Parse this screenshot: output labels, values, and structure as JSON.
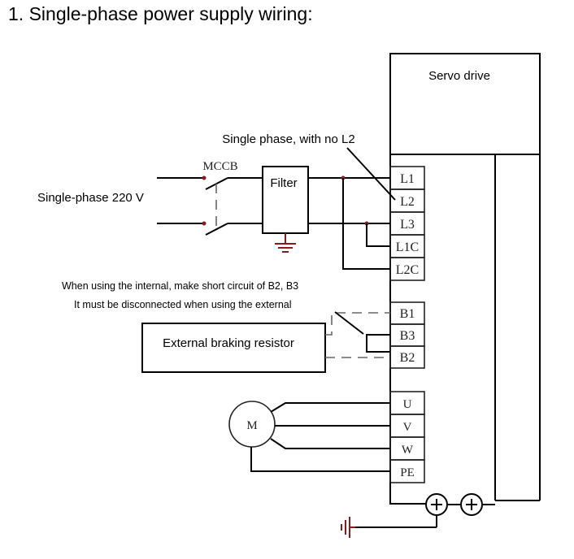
{
  "heading": "1. Single-phase power supply wiring:",
  "servo_drive": {
    "label": "Servo drive",
    "power_terminals": [
      "L1",
      "L2",
      "L3",
      "L1C",
      "L2C"
    ],
    "brake_terminals": [
      "B1",
      "B3",
      "B2"
    ],
    "motor_terminals": [
      "U",
      "V",
      "W",
      "PE"
    ]
  },
  "annotations": {
    "no_l2": "Single phase, with no L2",
    "breaker": "MCCB",
    "filter": "Filter",
    "supply": "Single-phase 220 V",
    "internal_note": "When using the internal, make short circuit of B2, B3",
    "external_note": "It must be disconnected when using the external",
    "braking_resistor": "External braking resistor",
    "motor": "M"
  },
  "colors": {
    "wire": "#000000",
    "ground": "#8b1a1a",
    "dashed": "#666666"
  }
}
